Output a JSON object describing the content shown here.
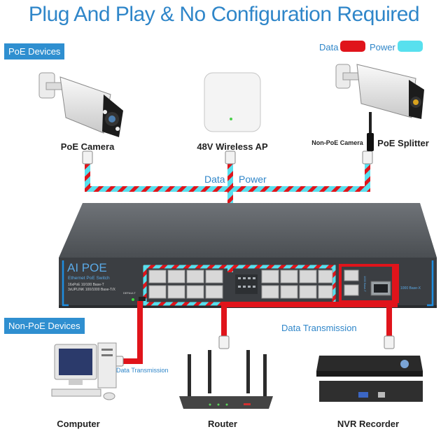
{
  "title": "Plug And Play & No Configuration Required",
  "sections": {
    "poe_devices": "PoE Devices",
    "non_poe_devices": "Non-PoE Devices"
  },
  "legend": {
    "data_label": "Data",
    "power_label": "Power",
    "data_color": "#e0141b",
    "power_color": "#58e0ee"
  },
  "devices": {
    "poe_camera": "PoE Camera",
    "wireless_ap": "48V Wireless AP",
    "non_poe_camera": "Non-PoE Camera",
    "poe_splitter": "PoE Splitter",
    "computer": "Computer",
    "router": "Router",
    "nvr": "NVR Recorder"
  },
  "cable_labels": {
    "data": "Data",
    "power": "Power",
    "data_transmission_left": "Data Transmission",
    "data_transmission_bottom": "Data Transmission"
  },
  "switch": {
    "brand": "AI POE",
    "subtitle": "Ethernet PoE Switch",
    "spec1": "16xPoE 10/100 Base-T",
    "spec2": "3xUPLINK 100/1000 Base-T/X",
    "sfp_label": "1000 Base-X",
    "uplink_label": "1000 Base-T",
    "default_label": "DEFAULT"
  }
}
